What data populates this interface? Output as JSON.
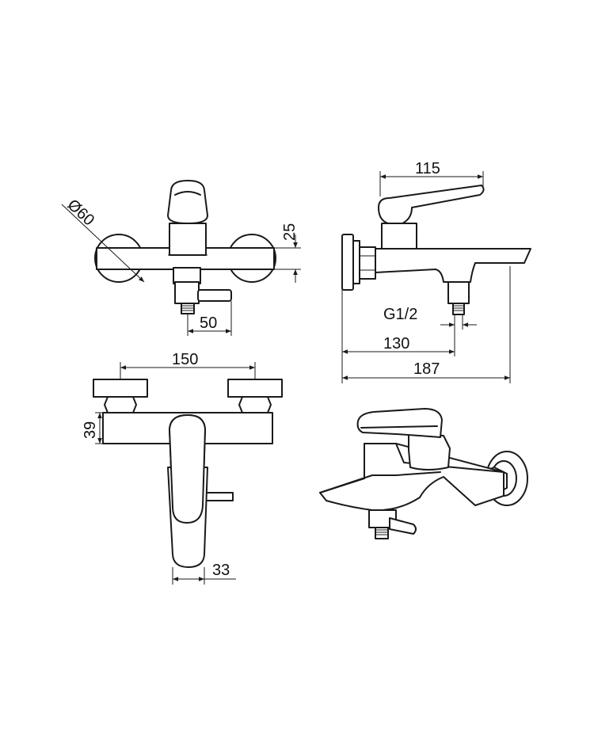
{
  "dimensions": {
    "top_view_diameter": "Ø60",
    "top_view_height": "25",
    "top_view_outlet": "50",
    "side_view_depth": "115",
    "side_view_thread": "G1/2",
    "side_view_outlet": "130",
    "side_view_total": "187",
    "front_view_centres": "150",
    "front_view_height": "39",
    "front_view_outlet": "33"
  }
}
